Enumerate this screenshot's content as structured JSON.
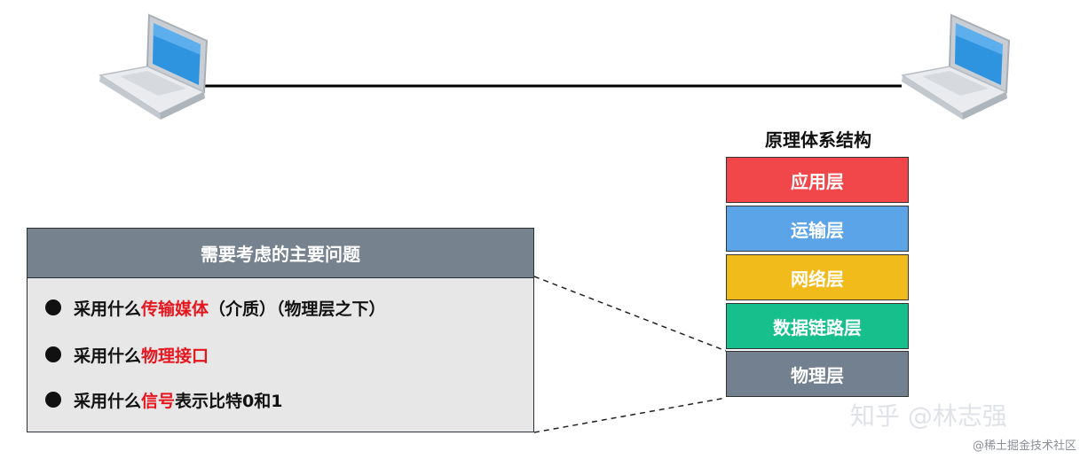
{
  "stack": {
    "title": "原理体系结构",
    "layers": [
      {
        "label": "应用层",
        "color": "#f2474a"
      },
      {
        "label": "运输层",
        "color": "#5ca4e8"
      },
      {
        "label": "网络层",
        "color": "#f1bb1b"
      },
      {
        "label": "数据链路层",
        "color": "#16bf8c"
      },
      {
        "label": "物理层",
        "color": "#72808f"
      }
    ]
  },
  "panel": {
    "title": "需要考虑的主要问题",
    "issues": [
      {
        "prefix": "采用什么",
        "highlight": "传输媒体",
        "suffix": "（介质）（物理层之下）"
      },
      {
        "prefix": "采用什么",
        "highlight": "物理接口",
        "suffix": ""
      },
      {
        "prefix": "采用什么",
        "highlight": "信号",
        "suffix": "表示比特0和1"
      }
    ]
  },
  "watermark": {
    "main": "知乎 @林志强",
    "sub": "@稀土掘金技术社区"
  },
  "colors": {
    "highlight": "#e5161e",
    "panel_header": "#76838f",
    "panel_body": "#e7e7e8"
  },
  "icons": [
    "laptop-icon",
    "laptop-icon"
  ]
}
